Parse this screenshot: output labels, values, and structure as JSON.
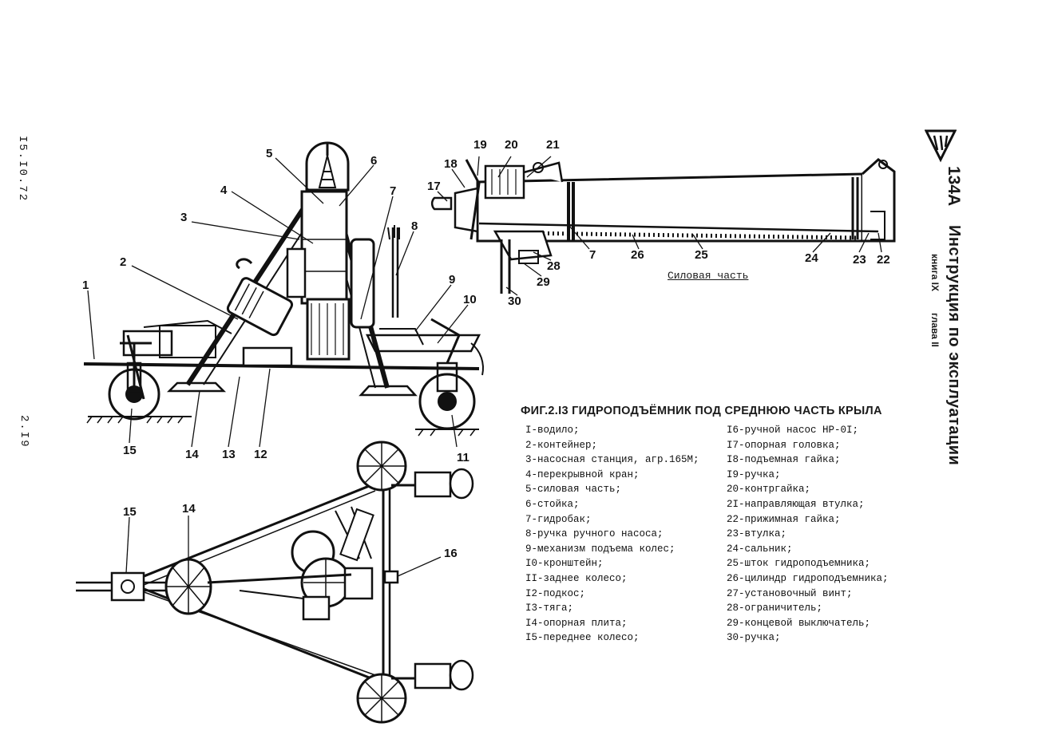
{
  "side_margin": {
    "date": "I5.I0.72",
    "page_number": "2.I9"
  },
  "header": {
    "aircraft": "134А",
    "title": "Инструкция по эксплуатации",
    "book": "книга IX",
    "chapter": "глава II"
  },
  "figure": {
    "title": "ФИГ.2.I3 ГИДРОПОДЪЁМНИК ПОД СРЕДНЮЮ ЧАСТЬ КРЫЛА",
    "subcaption": "Силовая часть",
    "side_view_callouts": [
      "1",
      "2",
      "3",
      "4",
      "5",
      "6",
      "7",
      "8",
      "9",
      "10",
      "11",
      "12",
      "13",
      "14",
      "15"
    ],
    "power_unit_callouts": [
      "17",
      "18",
      "19",
      "20",
      "21",
      "7",
      "26",
      "25",
      "24",
      "23",
      "22",
      "28",
      "29",
      "30"
    ],
    "top_view_callouts": [
      "15",
      "14",
      "16"
    ]
  },
  "legend": {
    "left": [
      "I-водило;",
      "2-контейнер;",
      "3-насосная станция, агр.165М;",
      "4-перекрывной кран;",
      "5-силовая часть;",
      "6-стойка;",
      "7-гидробак;",
      "8-ручка ручного насоса;",
      "9-механизм подъема колес;",
      "I0-кронштейн;",
      "II-заднее колесо;",
      "I2-подкос;",
      "I3-тяга;",
      "I4-опорная плита;",
      "I5-переднее колесо;"
    ],
    "right": [
      "I6-ручной насос НР-0I;",
      "I7-опорная головка;",
      "I8-подъемная гайка;",
      "I9-ручка;",
      "20-контргайка;",
      "2I-направляющая втулка;",
      "22-прижимная гайка;",
      "23-втулка;",
      "24-сальник;",
      "25-шток гидроподъемника;",
      "26-цилиндр гидроподъемника;",
      "27-установочный винт;",
      "28-ограничитель;",
      "29-концевой выключатель;",
      "30-ручка;"
    ]
  }
}
